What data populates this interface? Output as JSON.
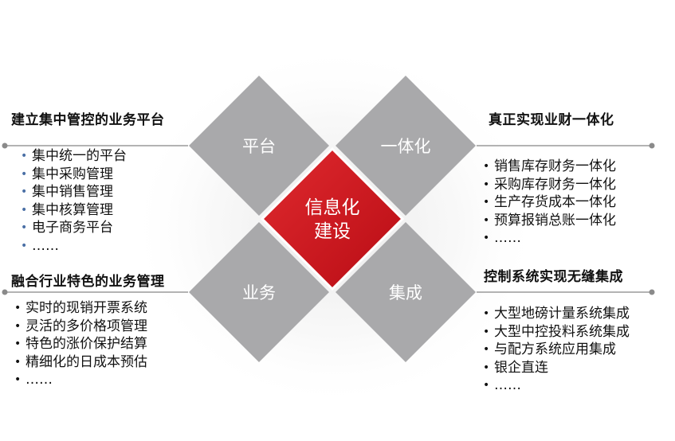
{
  "center": {
    "line1": "信息化",
    "line2": "建设",
    "color": "#d0121b"
  },
  "diamonds": {
    "top_left": "平台",
    "top_right": "一体化",
    "bottom_left": "业务",
    "bottom_right": "集成",
    "color": "#a9a9ab"
  },
  "sections": {
    "left_top": {
      "title": "建立集中管控的业务平台",
      "items": [
        "集中统一的平台",
        "集中采购管理",
        "集中销售管理",
        "集中核算管理",
        "电子商务平台",
        "……"
      ]
    },
    "left_bottom": {
      "title": "融合行业特色的业务管理",
      "items": [
        "实时的现销开票系统",
        "灵活的多价格项管理",
        "特色的涨价保护结算",
        "精细化的日成本预估",
        "……"
      ]
    },
    "right_top": {
      "title": "真正实现业财一体化",
      "items": [
        "销售库存财务一体化",
        "采购库存财务一体化",
        "生产存货成本一体化",
        "预算报销总账一体化",
        "……"
      ]
    },
    "right_bottom": {
      "title": "控制系统实现无缝集成",
      "items": [
        "大型地磅计量系统集成",
        "大型中控投料系统集成",
        "与配方系统应用集成",
        "银企直连",
        "……"
      ]
    }
  }
}
